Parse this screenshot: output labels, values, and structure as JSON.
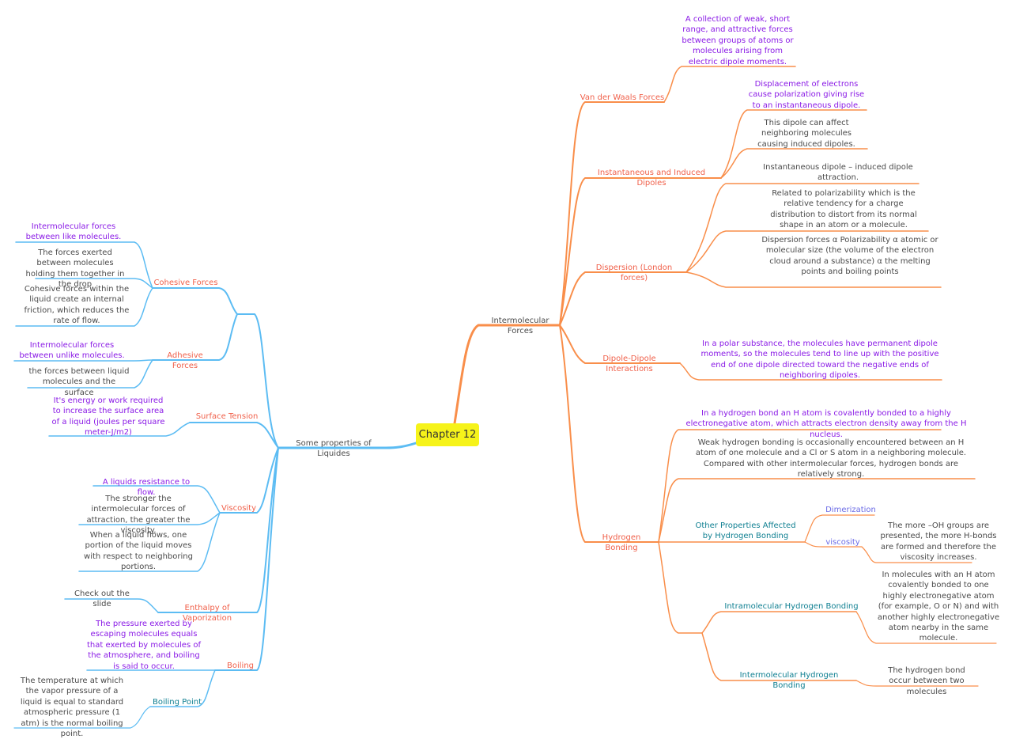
{
  "colors": {
    "orange": "#f98e4a",
    "blue": "#5cbcf3",
    "purple": "#8a1ae6",
    "red": "#f0604a",
    "teal": "#0e7f91",
    "root": "#f6f31a"
  },
  "root": "Chapter 12",
  "right": {
    "label": "Intermolecular Forces",
    "vdw": {
      "label": "Van der Waals Forces",
      "desc": "A collection of weak, short range, and attractive forces between groups of atoms or molecules arising from electric dipole moments."
    },
    "inst": {
      "label": "Instantaneous and Induced Dipoles",
      "d1": "Displacement of electrons cause polarization giving rise to an instantaneous dipole.",
      "d2": "This dipole can affect neighboring molecules causing induced dipoles.",
      "d3": "Instantaneous dipole – induced dipole attraction."
    },
    "disp": {
      "label": "Dispersion (London forces)",
      "d1": "Related to polarizability which is the relative tendency for a charge distribution to distort from its normal shape in an atom or a molecule.",
      "d2": "Dispersion forces α Polarizability α atomic or molecular size (the volume of the electron cloud around a substance) α the melting points and boiling points"
    },
    "dd": {
      "label": "Dipole-Dipole Interactions",
      "desc": "In a polar substance, the molecules have permanent dipole moments, so the molecules tend to line up with the positive end of one dipole directed toward the negative ends of neighboring dipoles."
    },
    "hb": {
      "label": "Hydrogen Bonding",
      "d1": "In a hydrogen bond an H atom is covalently bonded to a highly electronegative atom, which attracts electron density away from the H nucleus.",
      "d2": "Weak hydrogen bonding is occasionally encountered between an H atom of one molecule and a Cl or S atom in a neighboring molecule. Compared with other intermolecular forces, hydrogen bonds are relatively strong.",
      "other": "Other Properties Affected by Hydrogen Bonding",
      "dimer": "Dimerization",
      "visc": "viscosity",
      "visc_desc": "The more –OH groups are presented, the more H-bonds are formed and therefore the viscosity increases.",
      "intra": "Intramolecular Hydrogen Bonding",
      "intra_desc": "In molecules with an H atom covalently bonded to one highly electronegative atom (for example, O or N) and with another highly electronegative atom nearby in the same molecule.",
      "inter": "Intermolecular Hydrogen Bonding",
      "inter_desc": "The hydrogen bond occur between two molecules"
    }
  },
  "left": {
    "label": "Some properties of Liquides",
    "cohesive": {
      "label": "Cohesive Forces",
      "d1": "Intermolecular forces between like molecules.",
      "d2": "The forces exerted between molecules holding them together in the drop",
      "d3": "Cohesive forces within the liquid create an internal friction, which reduces the rate of flow."
    },
    "adhesive": {
      "label": "Adhesive Forces",
      "d1": "Intermolecular forces between unlike molecules.",
      "d2": "the forces between liquid molecules and the surface"
    },
    "surface": {
      "label": "Surface Tension",
      "d1": "It's energy or work required to increase the surface area of a liquid (joules per square meter-J/m2)"
    },
    "viscosity": {
      "label": "Viscosity",
      "d1": "A liquids resistance to flow.",
      "d2": "The stronger the intermolecular forces of attraction, the greater the viscosity.",
      "d3": "When a liquid flows, one portion of the liquid moves with respect to neighboring portions."
    },
    "enthalpy": {
      "label": "Enthalpy of Vaporization",
      "d1": "Check out the slide"
    },
    "boiling": {
      "label": "Boiling",
      "d1": "The pressure exerted by escaping molecules equals that exerted by molecules of the atmosphere, and boiling is said to occur.",
      "bp": "Boiling Point",
      "bp_desc": "The temperature at which the vapor pressure of a liquid is equal to standard atmospheric pressure (1 atm) is the normal boiling point."
    }
  }
}
